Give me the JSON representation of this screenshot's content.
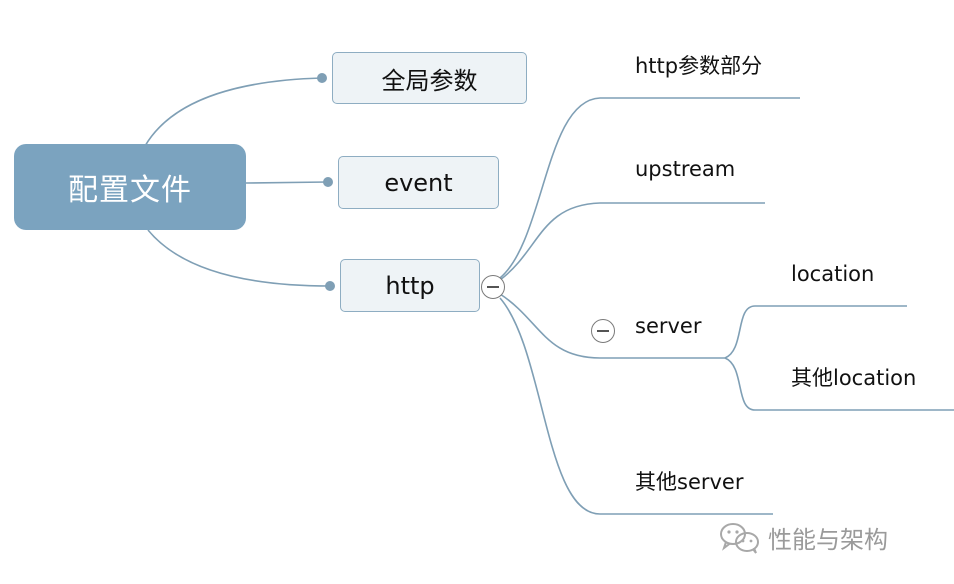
{
  "root": {
    "label": "配置文件"
  },
  "children": [
    {
      "label": "全局参数"
    },
    {
      "label": "event"
    },
    {
      "label": "http"
    }
  ],
  "http_children": [
    {
      "label": "http参数部分"
    },
    {
      "label": "upstream"
    },
    {
      "label": "server"
    },
    {
      "label": "其他server"
    }
  ],
  "server_children": [
    {
      "label": "location"
    },
    {
      "label": "其他location"
    }
  ],
  "watermark": {
    "text": "性能与架构"
  },
  "colors": {
    "root_fill": "#7ba3bf",
    "connector": "#7f9fb5",
    "box_fill": "#eef3f6"
  },
  "icons": [
    "collapse-icon",
    "wechat-icon"
  ]
}
